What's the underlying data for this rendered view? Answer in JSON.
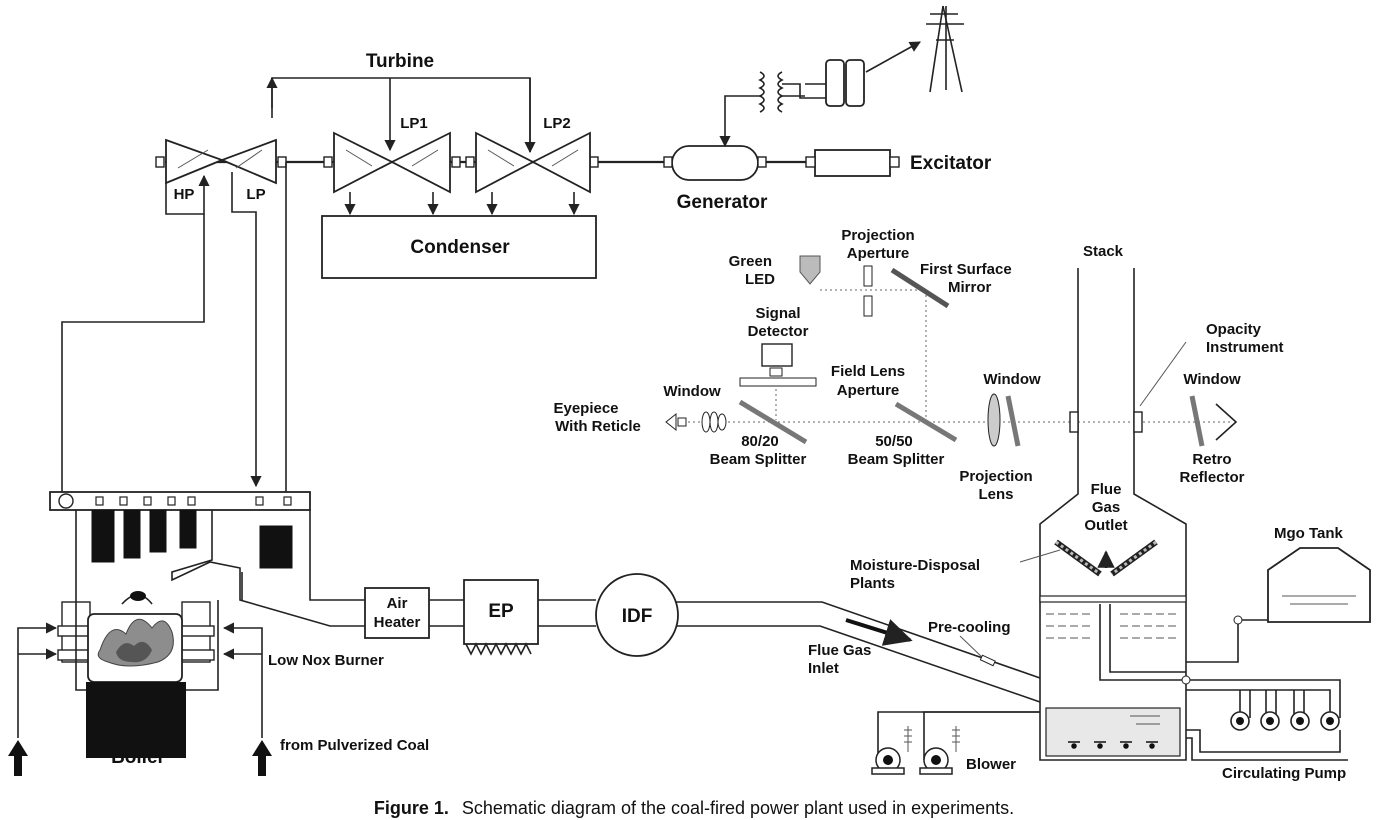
{
  "labels": {
    "turbine": "Turbine",
    "hp": "HP",
    "lp": "LP",
    "lp1": "LP1",
    "lp2": "LP2",
    "condenser": "Condenser",
    "generator": "Generator",
    "excitator": "Excitator",
    "green_led": [
      "Green",
      "LED"
    ],
    "projection_aperture": [
      "Projection",
      "Aperture"
    ],
    "first_surface_mirror": [
      "First Surface",
      "Mirror"
    ],
    "stack": "Stack",
    "signal_detector": [
      "Signal",
      "Detector"
    ],
    "field_lens_aperture": [
      "Field Lens",
      "Aperture"
    ],
    "window_1": "Window",
    "window_2": "Window",
    "window_3": "Window",
    "opacity_instrument": [
      "Opacity",
      "Instrument"
    ],
    "eyepiece": [
      "Eyepiece",
      "With Reticle"
    ],
    "beam_splitter_80_20": [
      "80/20",
      "Beam Splitter"
    ],
    "beam_splitter_50_50": [
      "50/50",
      "Beam Splitter"
    ],
    "projection_lens": [
      "Projection",
      "Lens"
    ],
    "retro_reflector": [
      "Retro",
      "Reflector"
    ],
    "flue_gas_outlet": [
      "Flue",
      "Gas",
      "Outlet"
    ],
    "mgo_tank": "Mgo Tank",
    "moisture_disposal": [
      "Moisture-Disposal",
      "Plants"
    ],
    "air_heater": [
      "Air",
      "Heater"
    ],
    "ep": "EP",
    "idf": "IDF",
    "pre_cooling": "Pre-cooling",
    "flue_gas_inlet": [
      "Flue Gas",
      "Inlet"
    ],
    "low_nox_burner": "Low Nox Burner",
    "boiler": "Boiler",
    "from_pulverized_coal": "from Pulverized Coal",
    "blower": "Blower",
    "circulating_pump": "Circulating Pump"
  },
  "caption": {
    "prefix": "Figure 1.",
    "text": "Schematic diagram of the coal-fired power plant used in experiments."
  }
}
